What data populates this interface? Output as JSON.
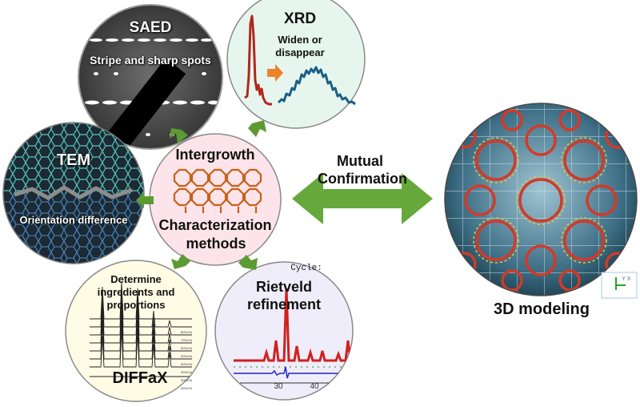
{
  "center": {
    "title": "Intergrowth",
    "subtitle_line1": "Characterization",
    "subtitle_line2": "methods"
  },
  "saed": {
    "title": "SAED",
    "caption": "Stripe and sharp spots"
  },
  "xrd": {
    "title": "XRD",
    "caption_line1": "Widen or",
    "caption_line2": "disappear"
  },
  "tem": {
    "title": "TEM",
    "caption": "Orientation difference"
  },
  "diffax": {
    "caption_line1": "Determine",
    "caption_line2": "ingredients and",
    "caption_line3": "proportions",
    "title": "DIFFaX",
    "legend": [
      "40%Chi",
      "30%Chi",
      "40%Chi",
      "60%Chi",
      "50%Chi",
      "60%Chi",
      "70%Chi",
      "80%Chi"
    ]
  },
  "rietveld": {
    "cycle_label": "Cycle:",
    "title_line1": "Rietveld",
    "title_line2": "refinement",
    "ticks": [
      "30",
      "40"
    ]
  },
  "link": {
    "line1": "Mutual",
    "line2": "Confirmation"
  },
  "model": {
    "title": "3D modeling",
    "axis_widget": "Y X"
  },
  "colors": {
    "arrow_green": "#5c9a32",
    "center_fill": "#fce4ea",
    "xrd_fill": "#e6f6ef",
    "diffax_fill": "#fffce6",
    "rietveld_fill": "#efedf9",
    "xrd_red": "#b0281c",
    "xrd_blue": "#1b5f86",
    "orange_arrow": "#f0822a"
  }
}
